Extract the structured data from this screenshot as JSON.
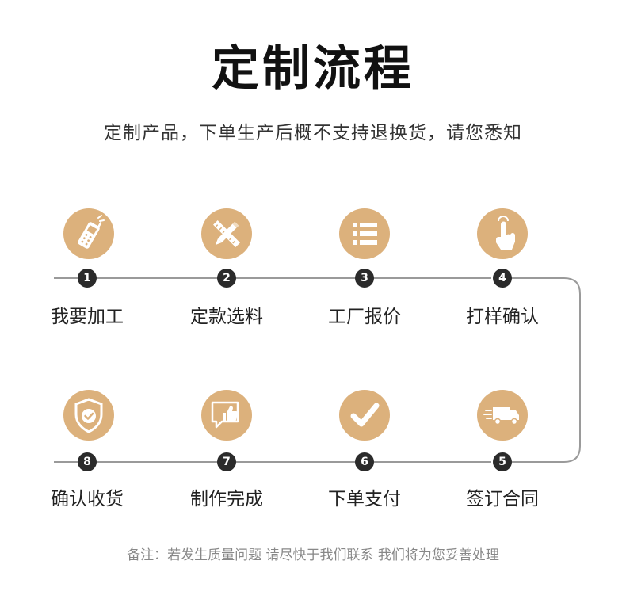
{
  "title": "定制流程",
  "subtitle": "定制产品，下单生产后概不支持退换货，请您悉知",
  "accent_color": "#dcb17c",
  "number_color": "#2b2b2b",
  "steps": [
    {
      "number": "1",
      "label": "我要加工",
      "icon": "phone-icon"
    },
    {
      "number": "2",
      "label": "定款选料",
      "icon": "pencil-ruler-icon"
    },
    {
      "number": "3",
      "label": "工厂报价",
      "icon": "list-icon"
    },
    {
      "number": "4",
      "label": "打样确认",
      "icon": "hand-tap-icon"
    },
    {
      "number": "5",
      "label": "签订合同",
      "icon": "delivery-truck-icon"
    },
    {
      "number": "6",
      "label": "下单支付",
      "icon": "checkmark-icon"
    },
    {
      "number": "7",
      "label": "制作完成",
      "icon": "thumbs-up-icon"
    },
    {
      "number": "8",
      "label": "确认收货",
      "icon": "shield-check-icon"
    }
  ],
  "footnote": "备注：若发生质量问题 请尽快于我们联系 我们将为您妥善处理"
}
